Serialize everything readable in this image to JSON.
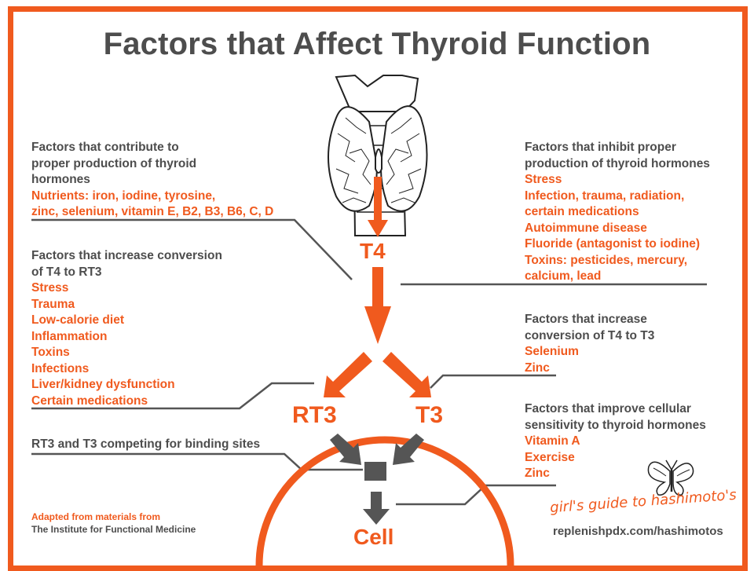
{
  "title": "Factors that Affect Thyroid Function",
  "colors": {
    "accent": "#f05a1e",
    "dark": "#4d4d4d",
    "line": "#555555"
  },
  "contribute": {
    "heading": [
      "Factors that contribute to",
      "proper production of thyroid",
      "hormones"
    ],
    "items": [
      "Nutrients: iron, iodine, tyrosine,",
      "zinc, selenium, vitamin E, B2, B3, B6, C, D"
    ]
  },
  "inhibit": {
    "heading": [
      "Factors that inhibit proper",
      "production of thyroid hormones"
    ],
    "items": [
      "Stress",
      "Infection, trauma, radiation,",
      "certain medications",
      "Autoimmune disease",
      "Fluoride (antagonist to iodine)",
      "Toxins: pesticides, mercury,",
      "calcium, lead"
    ]
  },
  "increase_rt3": {
    "heading": [
      "Factors that increase conversion",
      "of T4 to RT3"
    ],
    "items": [
      "Stress",
      "Trauma",
      "Low-calorie diet",
      "Inflammation",
      "Toxins",
      "Infections",
      "Liver/kidney dysfunction",
      "Certain medications"
    ]
  },
  "increase_t3": {
    "heading": [
      "Factors that increase",
      "conversion of T4 to T3"
    ],
    "items": [
      "Selenium",
      "Zinc"
    ]
  },
  "sensitivity": {
    "heading": [
      "Factors that improve cellular",
      "sensitivity to thyroid hormones"
    ],
    "items": [
      "Vitamin A",
      "Exercise",
      "Zinc"
    ]
  },
  "competing": "RT3 and T3 competing for binding sites",
  "nodes": {
    "t4": "T4",
    "rt3": "RT3",
    "t3": "T3",
    "cell": "Cell"
  },
  "credit": [
    "Adapted from materials from",
    "The Institute for Functional Medicine"
  ],
  "brand": "girl's guide to hashimoto's",
  "site": "replenishpdx.com/hashimotos",
  "icons": {
    "gland": "thyroid-gland-icon",
    "butterfly": "butterfly-icon"
  }
}
